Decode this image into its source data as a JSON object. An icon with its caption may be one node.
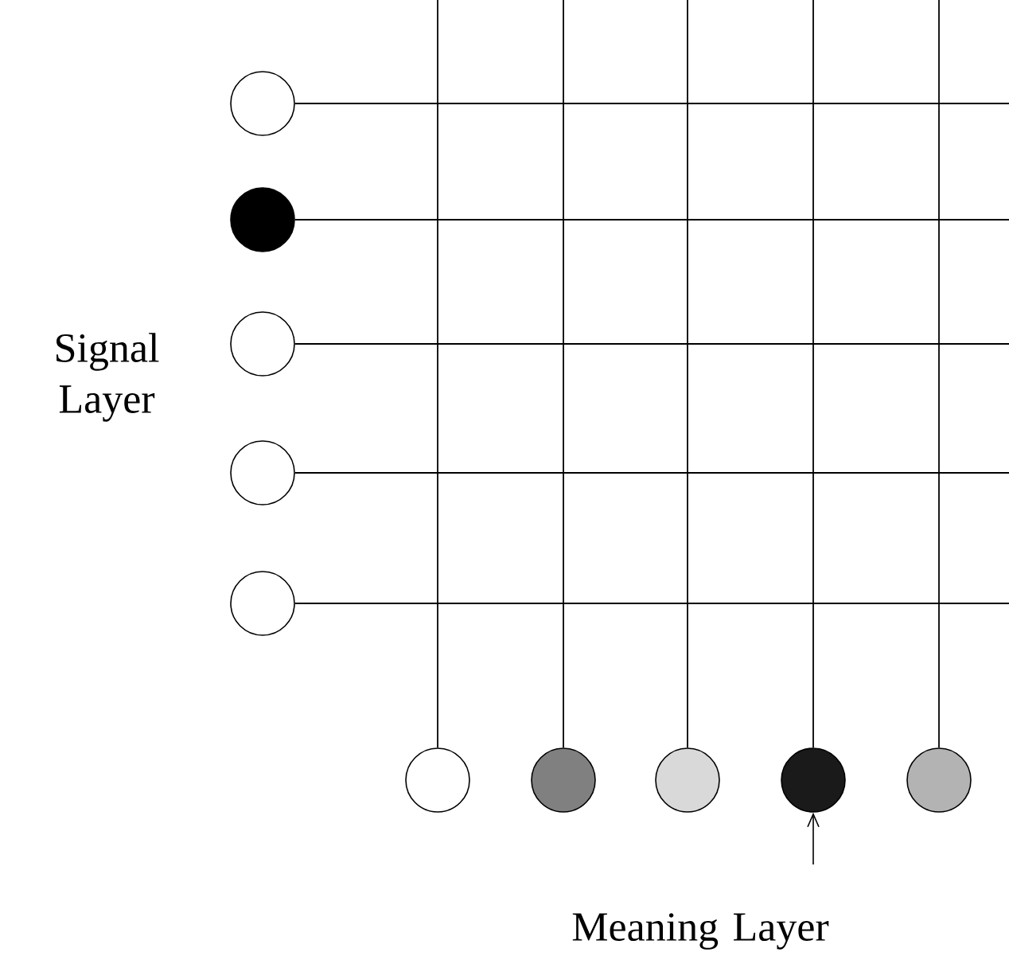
{
  "diagram": {
    "nodes": [
      {
        "text": [],
        "shape": "circle"
      },
      {
        "text": [],
        "shape": "circle"
      },
      {
        "text": [],
        "shape": "circle"
      },
      {
        "text": [],
        "shape": "circle"
      },
      {
        "text": [],
        "shape": "circle"
      },
      {
        "text": [],
        "shape": "circle"
      },
      {
        "text": [],
        "shape": "circle"
      },
      {
        "text": [],
        "shape": "circle"
      },
      {
        "text": [],
        "shape": "circle"
      },
      {
        "text": [],
        "shape": "circle"
      }
    ],
    "edges": [
      {
        "from": 0,
        "to": null,
        "arrow": "none"
      },
      {
        "from": 1,
        "to": null,
        "arrow": "none"
      },
      {
        "from": 2,
        "to": null,
        "arrow": "none"
      },
      {
        "from": 3,
        "to": null,
        "arrow": "none"
      },
      {
        "from": 4,
        "to": null,
        "arrow": "none"
      },
      {
        "from": 5,
        "to": null,
        "arrow": "none"
      },
      {
        "from": 6,
        "to": null,
        "arrow": "none"
      },
      {
        "from": 7,
        "to": null,
        "arrow": "none"
      },
      {
        "from": 8,
        "to": null,
        "arrow": "none"
      },
      {
        "from": 9,
        "to": null,
        "arrow": "none"
      },
      {
        "from": null,
        "to": 8,
        "arrow": "to"
      }
    ],
    "labels": [
      "Signal Layer",
      "Meaning Layer"
    ]
  }
}
